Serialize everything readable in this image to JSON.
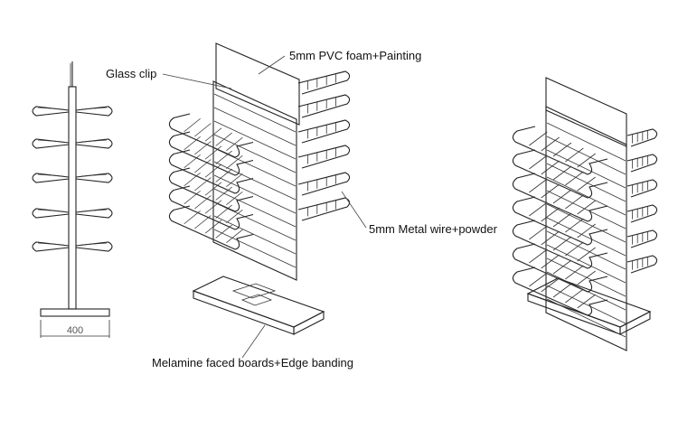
{
  "labels": {
    "pvc": "5mm PVC foam+Painting",
    "clip": "Glass clip",
    "wire": "5mm Metal wire+powder",
    "base": "Melamine faced boards+Edge banding",
    "dimension": "400"
  }
}
